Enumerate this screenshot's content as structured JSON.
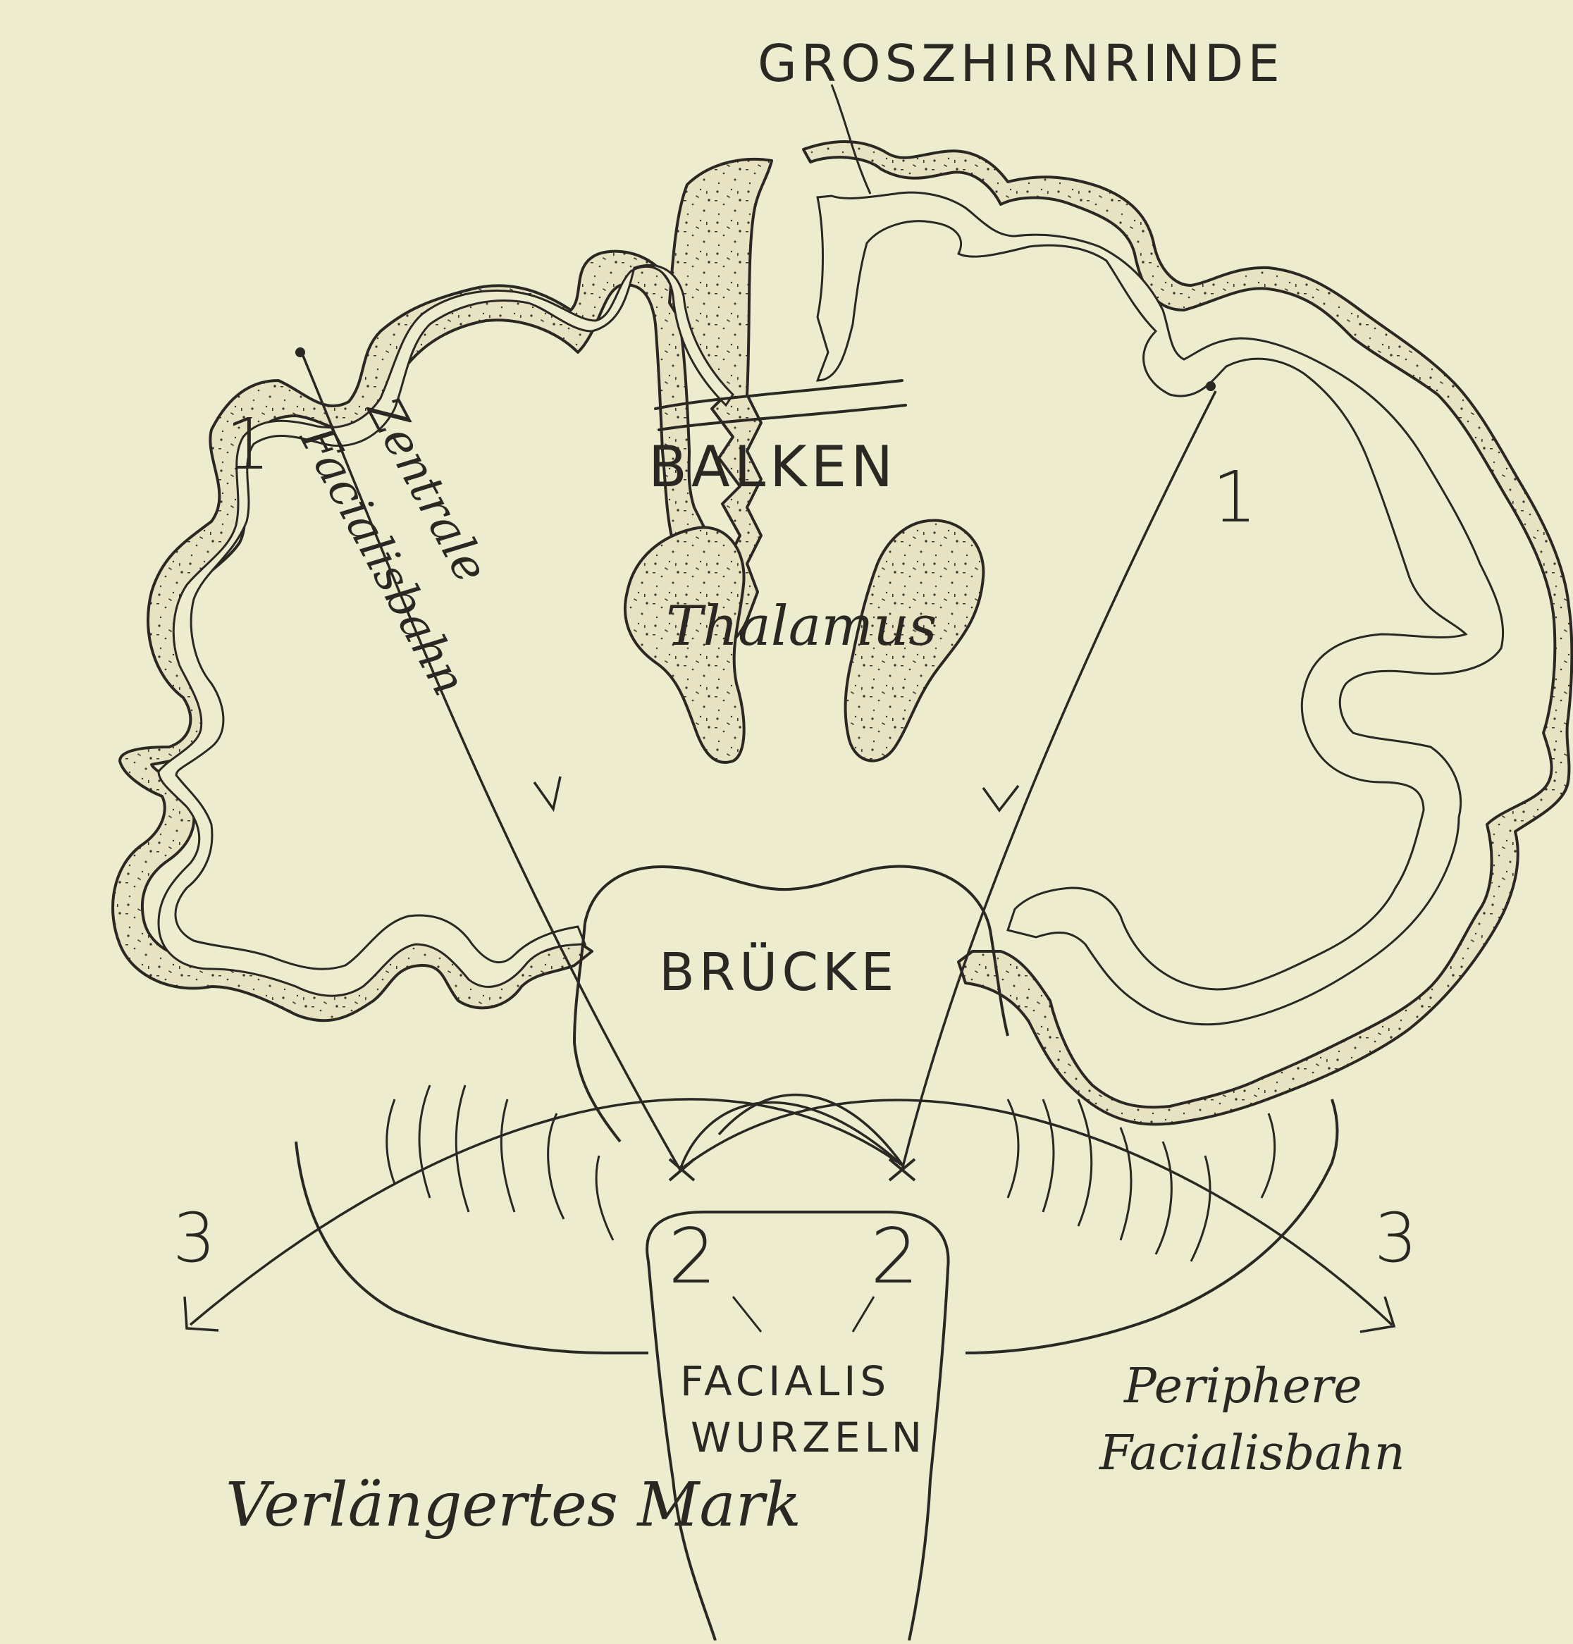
{
  "colors": {
    "background": "#eeecce",
    "ink": "#2b2723",
    "cortex_fill": "#e6e2c2"
  },
  "labels": {
    "cortex": "GROSZHIRNRINDE",
    "corpus_callosum": "BALKEN",
    "thalamus": "Thalamus",
    "pons": "BRÜCKE",
    "central_path_line1": "Zentrale",
    "central_path_line2": "Facialisbahn",
    "root_line1": "FACIALIS",
    "root_line2": "WURZELN",
    "medulla": "Verlängertes Mark",
    "peripheral_line1": "Periphere",
    "peripheral_line2": "Facialisbahn"
  },
  "markers": {
    "left_cortex": "1",
    "right_cortex": "1",
    "left_nucleus": "2",
    "right_nucleus": "2",
    "left_exit": "3",
    "right_exit": "3"
  }
}
